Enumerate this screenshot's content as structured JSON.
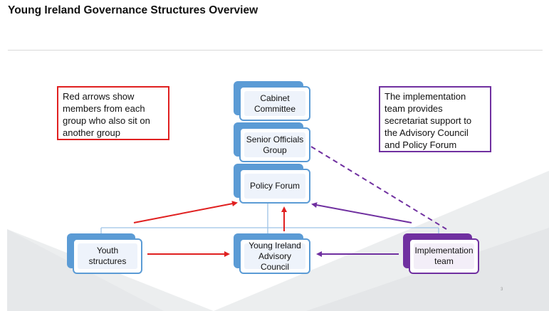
{
  "title": "Young Ireland Governance Structures Overview",
  "boxes": {
    "cabinet": "Cabinet Committee",
    "senior": "Senior Officials Group",
    "policy": "Policy Forum",
    "youth": "Youth structures",
    "advisory": "Young Ireland Advisory Council",
    "implementation": "Implementation team"
  },
  "notes": {
    "red": "Red arrows show members from each group who also sit on another group",
    "purple": "The implementation team provides secretariat support to the Advisory Council and Policy Forum"
  },
  "page_number": "3",
  "colors": {
    "blue": "#5b9bd5",
    "red_arrow": "#e02020",
    "purple": "#7030a0"
  }
}
